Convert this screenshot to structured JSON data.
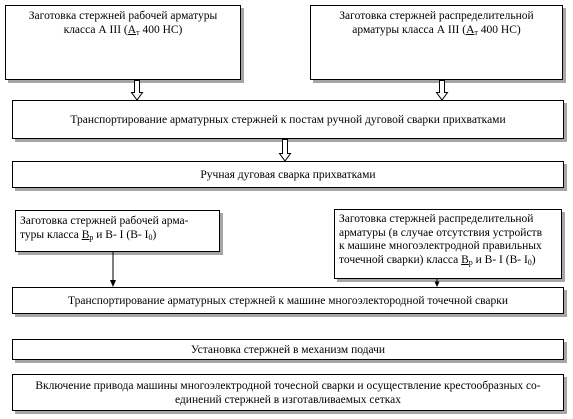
{
  "boxes": {
    "rebar_working": {
      "line1": "Заготовка стержней рабочей арматуры",
      "line2_pre": "класса А III  (",
      "line2_u": "А",
      "line2_sub": "т",
      "line2_post": " 400 НС)"
    },
    "rebar_distribution": {
      "line1": "Заготовка стержней распределительной",
      "line2_pre": "арматуры класса А III (",
      "line2_u": "А",
      "line2_sub": "т",
      "line2_post": " 400 НС)"
    },
    "transport_tack": "Транспортирование арматурных стержней к постам ручной дуговой сварки прихватками",
    "manual_welding": "Ручная дуговая сварка прихватками",
    "wire_working": {
      "line1": "Заготовка стержней  рабочей арма-",
      "line2_pre": "туры класса ",
      "line2_u": "В",
      "line2_sub": "р",
      "line2_mid": " и В- I (В- I",
      "line2_sub2": "0",
      "line2_post": ")"
    },
    "wire_distribution": {
      "line1": "Заготовка стержней распределительной",
      "line2": "арматуры (в случае отсутствия  устройств",
      "line3": "к машине многоэлектродной  правильных",
      "line4_pre": "точечной сварки) класса ",
      "line4_u": "В",
      "line4_sub": "р",
      "line4_mid": " и В- I (В- I",
      "line4_sub2": "0",
      "line4_post": ")"
    },
    "transport_spot": "Транспортирование  арматурных  стержней  к машине  многоэлектородной  точечной  сварки",
    "install_rods": "Установка стержней  в механизм подачи",
    "machine_start": {
      "line1": "Включение привода машины многоэлектродной точесной сварки и осуществление  крестообразных  со-",
      "line2": "единений стержней  в изготавливаемых сетках"
    }
  }
}
